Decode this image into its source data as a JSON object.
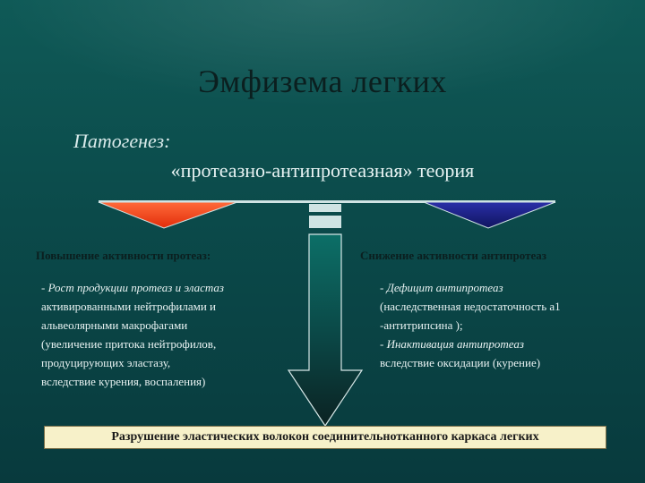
{
  "title": "Эмфизема легких",
  "pathogenesis_label": "Патогенез:",
  "theory": "«протеазно-антипротеазная» теория",
  "left": {
    "heading": "Повышение активности протеаз:",
    "line1": "- Рост продукции протеаз и эластаз",
    "line2": "активированными нейтрофилами и",
    "line3": "альвеолярными макрофагами",
    "line4": "(увеличение притока нейтрофилов,",
    "line5": "продуцирующих эластазу,",
    "line6": "вследствие курения, воспаления)"
  },
  "right": {
    "heading": "Снижение активности антипротеаз",
    "line1": "- Дефицит антипротеаз",
    "line2": "(наследственная недостаточность а1",
    "line3": "-антитрипсина );",
    "line4": "- Инактивация антипротеаз",
    "line5": "вследствие оксидации (курение)"
  },
  "footer": "Разрушение эластических волокон соединительнотканного каркаса легких",
  "colors": {
    "left_weight": "#ff3b10",
    "right_weight": "#141a7a",
    "arrow_top": "#0c6f67",
    "arrow_bottom": "#0b2222"
  }
}
